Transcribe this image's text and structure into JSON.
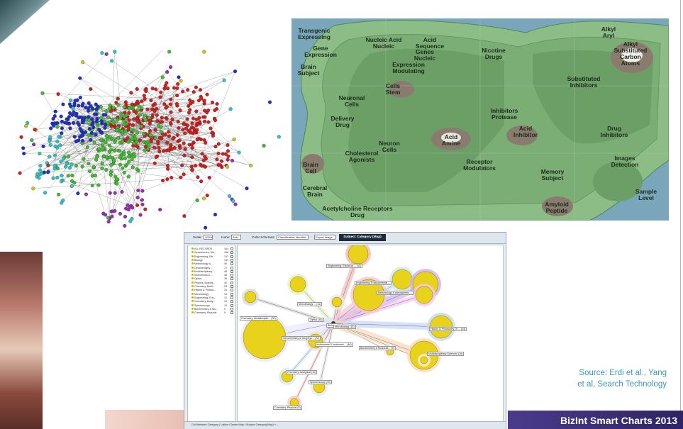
{
  "slide": {
    "source_line1": "Source: Erdi et al., Yang",
    "source_line2": "et al, Search Technology",
    "footer": "BizInt Smart Charts 2013"
  },
  "colors": {
    "footer_bg": "#3a2d79",
    "source_text": "#3b98b8",
    "network_red": "#d21f1f",
    "network_green": "#3fbf2f",
    "network_blue": "#1f2fc8",
    "terrain_water": "#7aa6bb",
    "terrain_land": "#7fb27a"
  },
  "terrain_map": {
    "labels": [
      "Transgenic\nExpressing",
      "Gene\nExpression",
      "Brain\nSubject",
      "Nucleic Acid\nNucleic",
      "Acid\nSequence",
      "Genes\nNucleic",
      "Expression\nModulating",
      "Cells\nStem",
      "Neuronal\nCells",
      "Delivery\nDrug",
      "Neuron\nCells",
      "Cholesterol\nAgonists",
      "Brain\nCell",
      "Cerebral\nBrain",
      "Acetylcholine Receptors\nDrug",
      "Nicotine\nDrugs",
      "Alkyl\nAryl",
      "Alkyl\nSubstituted\nCarbon Atoms",
      "Substituted\nInhibitors",
      "Inhibitors\nProtease",
      "Acid\nAmine",
      "Acid\nInhibitor",
      "Receptor\nModulators",
      "Drug\nInhibitors",
      "Images\nDetection",
      "Memory\nSubject",
      "Sample\nLevel",
      "Amyloid\nPeptide"
    ]
  },
  "software": {
    "toolbar": {
      "scale_label": "Scale:",
      "scale_value": "100%",
      "icons_label": "Icons:",
      "icons_value": "Auto",
      "color_label": "Color Schemes:",
      "color_value": "Classification Identifier",
      "export_label": "Export Image",
      "tab_label": "Subject Category (Map)"
    },
    "tree": [
      {
        "label": "ALL RECORDS",
        "count": "164"
      },
      {
        "label": "Geosciences, Mu...",
        "count": "168"
      },
      {
        "label": "Engineering, Ele...",
        "count": "157"
      },
      {
        "label": "Biology",
        "count": "131"
      },
      {
        "label": "Meteorology & ...",
        "count": "95"
      },
      {
        "label": "Geochemistry ...",
        "count": "72"
      },
      {
        "label": "Multidisciplinary ...",
        "count": "48"
      },
      {
        "label": "Instruments & ...",
        "count": "46"
      },
      {
        "label": "Optics",
        "count": "36"
      },
      {
        "label": "Physics, Multidis...",
        "count": "30"
      },
      {
        "label": "Chemistry, Multi...",
        "count": "28"
      },
      {
        "label": "History & Philoso...",
        "count": "24"
      },
      {
        "label": "Microbiology",
        "count": "13"
      },
      {
        "label": "Engineering, Env...",
        "count": "12"
      },
      {
        "label": "Chemistry, Analy...",
        "count": "10"
      },
      {
        "label": "Spectroscopy",
        "count": "10"
      },
      {
        "label": "Biochemistry & Mo...",
        "count": "9"
      },
      {
        "label": "Chemistry, Physical",
        "count": "9"
      }
    ],
    "node_labels": [
      "Engineering, Electrical ... (11)",
      "Engineering, Environmental ...",
      "Meteorology & Atmospheric ...",
      "Microbiology ... (11)",
      "Biology (31)",
      "Optics (35)",
      "Chemistry, Multidisciplin... (30)",
      "Microbiology (13)",
      "Geochemistry & Geophys... (72)",
      "Instruments & Instrumen... (46)",
      "Biochemistry & Molecula... (9)",
      "History & Philosophy Of ... (24)",
      "Multidisciplinary Sciences (16)",
      "Chemistry, Analytical (10)",
      "Spectroscopy (10)",
      "Chemistry, Physical (9)"
    ],
    "status": "Cell Network Category  |  Lattice Cluster Map  |  Subject Category(Map) + ..."
  }
}
